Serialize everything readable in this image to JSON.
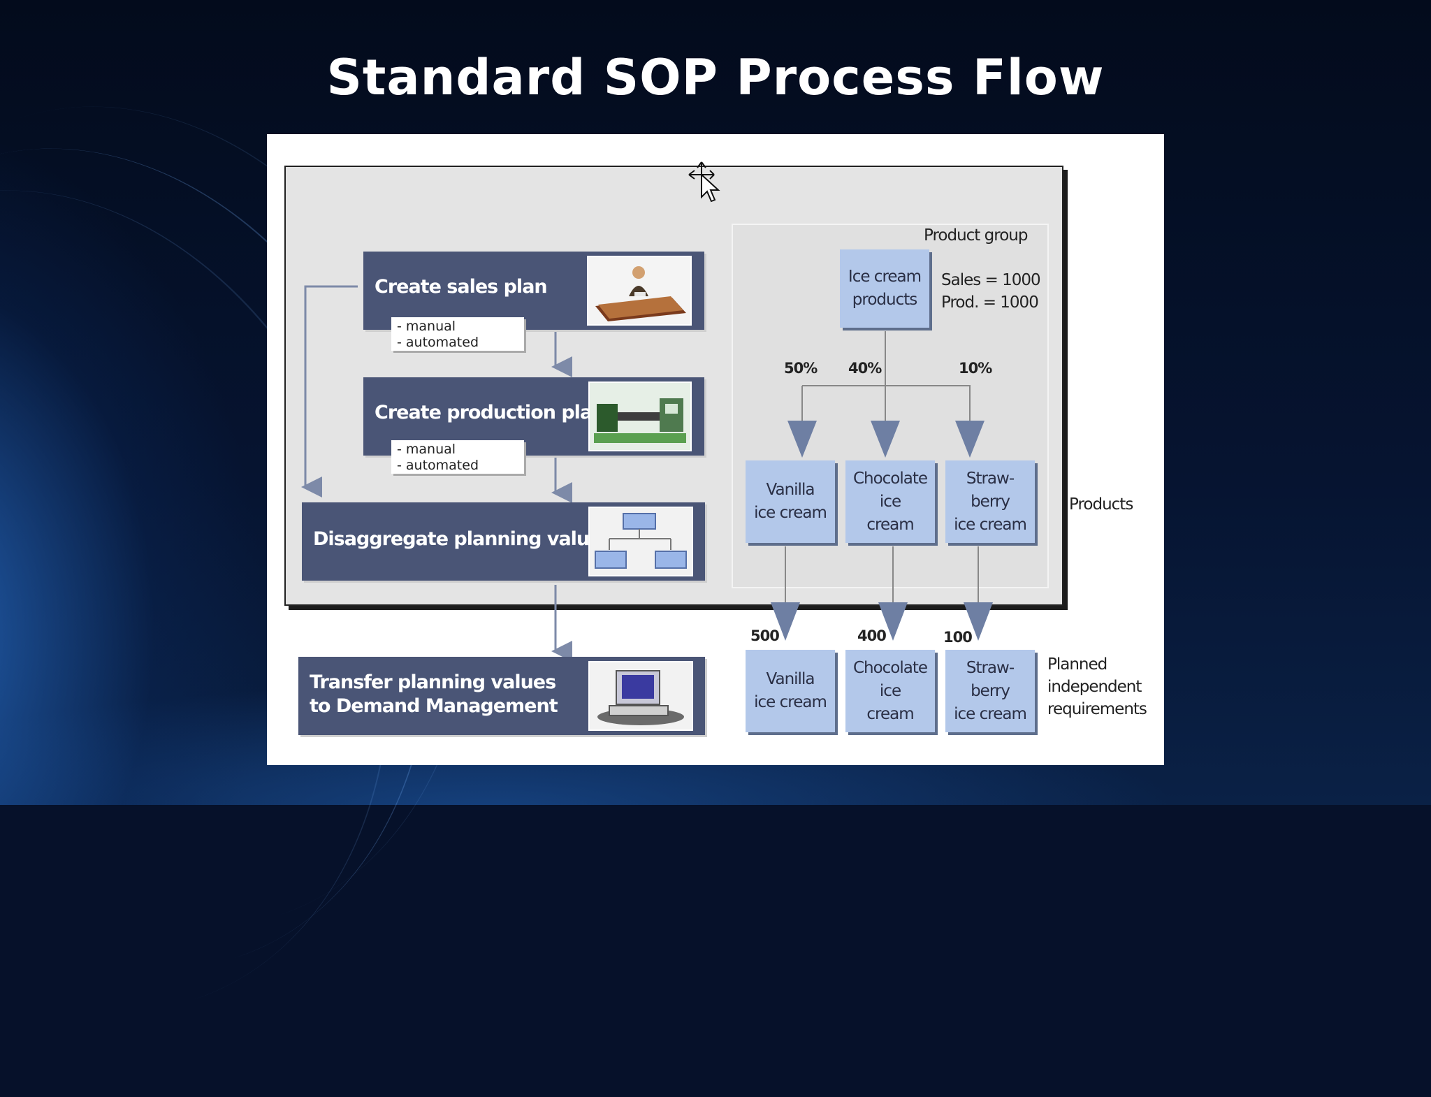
{
  "slide": {
    "title": "Standard SOP Process Flow"
  },
  "process": {
    "create_sales_plan": {
      "label": "Create sales plan",
      "note_line1": "- manual",
      "note_line2": "- automated"
    },
    "create_production_plan": {
      "label": "Create production plan",
      "note_line1": "- manual",
      "note_line2": "- automated"
    },
    "disaggregate": {
      "label": "Disaggregate planning values"
    },
    "transfer": {
      "label_line1": "Transfer planning values",
      "label_line2": "to Demand Management"
    }
  },
  "product_group": {
    "heading": "Product group",
    "box_line1": "Ice cream",
    "box_line2": "products",
    "sales": "Sales = 1000",
    "prod": "Prod. = 1000",
    "splits": [
      "50%",
      "40%",
      "10%"
    ]
  },
  "products": {
    "side_label": "Products",
    "items": [
      {
        "line1": "Vanilla",
        "line2": "ice cream",
        "line3": ""
      },
      {
        "line1": "Chocolate",
        "line2": "ice",
        "line3": "cream"
      },
      {
        "line1": "Straw-",
        "line2": "berry",
        "line3": "ice cream"
      }
    ]
  },
  "requirements": {
    "side_label_line1": "Planned",
    "side_label_line2": "independent",
    "side_label_line3": "requirements",
    "quantities": [
      "500",
      "400",
      "100"
    ],
    "items": [
      {
        "line1": "Vanilla",
        "line2": "ice cream",
        "line3": ""
      },
      {
        "line1": "Chocolate",
        "line2": "ice",
        "line3": "cream"
      },
      {
        "line1": "Straw-",
        "line2": "berry",
        "line3": "ice cream"
      }
    ]
  },
  "colors": {
    "step_fill": "#4a5576",
    "product_fill": "#b3c8ea",
    "arrow": "#6e7fa3"
  },
  "icons": [
    "person-at-desk-icon",
    "production-machine-icon",
    "hierarchy-icon",
    "computer-icon",
    "move-cursor-icon"
  ]
}
